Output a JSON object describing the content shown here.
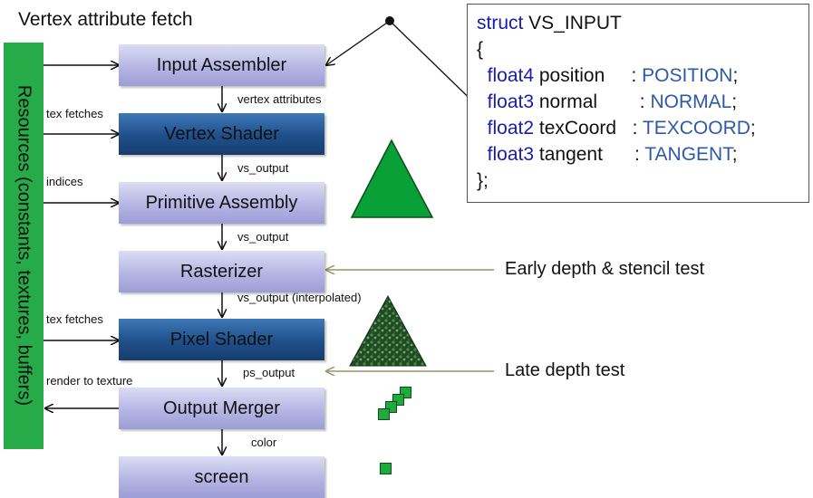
{
  "title": "Vertex attribute fetch",
  "resources_label": "Resources (constants, textures, buffers)",
  "stages": [
    {
      "label": "Input Assembler"
    },
    {
      "label": "Vertex Shader"
    },
    {
      "label": "Primitive Assembly"
    },
    {
      "label": "Rasterizer"
    },
    {
      "label": "Pixel Shader"
    },
    {
      "label": "Output Merger"
    },
    {
      "label": "screen"
    }
  ],
  "flow_labels": [
    "vertex attributes",
    "vs_output",
    "vs_output",
    "vs_output (interpolated)",
    "ps_output",
    "color"
  ],
  "side_labels": {
    "tex_fetches_1": "tex fetches",
    "indices": "indices",
    "tex_fetches_2": "tex fetches",
    "render_to_texture": "render to texture"
  },
  "annotations": {
    "early": "Early depth & stencil test",
    "late": "Late depth test"
  },
  "code": {
    "struct_kw": "struct",
    "struct_name": " VS_INPUT",
    "open": "{",
    "close": "};",
    "fields": [
      {
        "type": "float4",
        "name": " position",
        "sep": "     : ",
        "semantic": "POSITION",
        "end": ";"
      },
      {
        "type": "float3",
        "name": " normal",
        "sep": "        : ",
        "semantic": "NORMAL",
        "end": ";"
      },
      {
        "type": "float2",
        "name": " texCoord",
        "sep": "   : ",
        "semantic": "TEXCOORD",
        "end": ";"
      },
      {
        "type": "float3",
        "name": " tangent",
        "sep": "      : ",
        "semantic": "TANGENT",
        "end": ";"
      }
    ]
  },
  "colors": {
    "resources_bar": "#27ab48",
    "triangle": "#0aa038",
    "arrow_annotation": "#9b9468"
  }
}
